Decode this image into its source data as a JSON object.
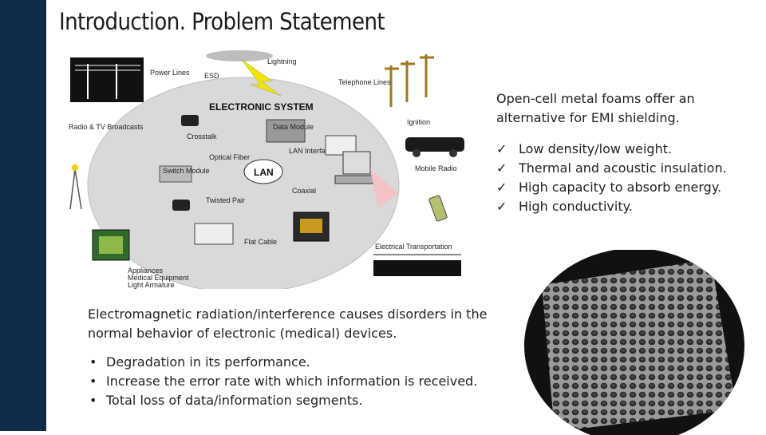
{
  "slide": {
    "title": "Introduction. Problem Statement"
  },
  "diagram": {
    "center_title": "ELECTRONIC SYSTEM",
    "labels": {
      "power_lines": "Power Lines",
      "esd": "ESD",
      "lightning": "Lightning",
      "telephone_lines": "Telephone Lines",
      "radio_tv": "Radio & TV Broadcasts",
      "crosstalk": "Crosstalk",
      "data_module": "Data Module",
      "lan_interface": "LAN Interface",
      "ignition": "Ignition",
      "optical_fiber": "Optical Fiber",
      "switch_module": "Switch Module",
      "lan": "LAN",
      "mobile_radio": "Mobile Radio",
      "coaxial": "Coaxial",
      "twisted_pair": "Twisted Pair",
      "flat_cable": "Flat Cable",
      "electrical_transportation": "Electrical Transportation",
      "appliances": "Appliances",
      "medical_equipment": "Medical Equipment",
      "light_armature": "Light Armature"
    }
  },
  "right_panel": {
    "intro": "Open-cell metal foams offer an alternative for EMI shielding.",
    "check_mark": "✓",
    "checks": [
      "Low density/low weight.",
      "Thermal and acoustic insulation.",
      "High capacity to absorb energy.",
      "High conductivity."
    ]
  },
  "bottom": {
    "paragraph": "Electromagnetic radiation/interference causes disorders in the normal behavior of electronic (medical) devices.",
    "bullet_mark": "•",
    "bullets": [
      "Degradation in its performance.",
      "Increase the error rate with which information is received.",
      "Total loss of data/information segments."
    ]
  },
  "colors": {
    "sidebar": "#0f2b4a",
    "ellipse": "#d9d9d9",
    "lightning": "#f2e600",
    "pole": "#a07820"
  },
  "icons": {
    "check": "check-mark-icon",
    "bullet": "bullet-dot-icon",
    "foam": "metal-foam-photo"
  }
}
